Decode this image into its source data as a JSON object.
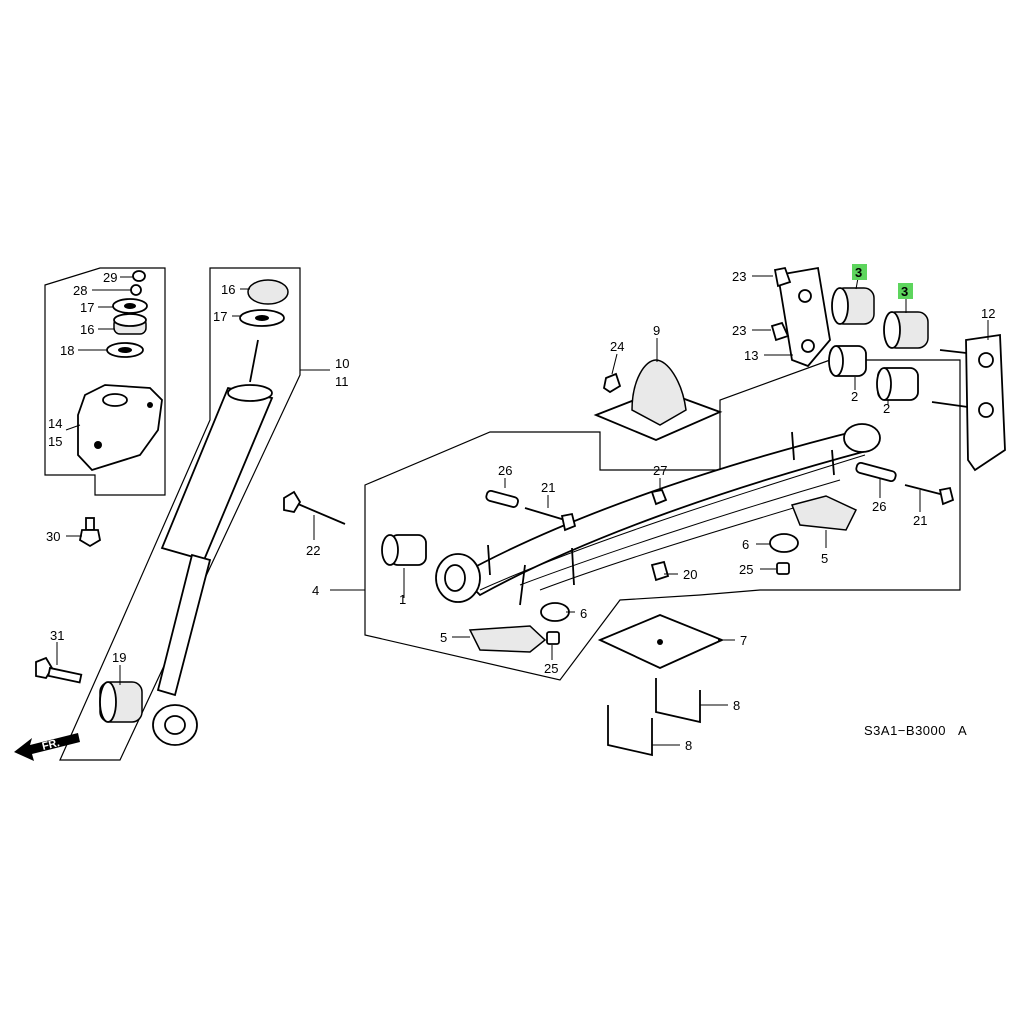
{
  "diagram": {
    "part_code": "S3A1−B3000",
    "part_code_suffix": "A",
    "front_arrow_label": "FR.",
    "highlight_color": "#5dd55d",
    "labels": {
      "p29": "29",
      "p28": "28",
      "p17a": "17",
      "p16a": "16",
      "p18": "18",
      "p14": "14",
      "p15": "15",
      "p30": "30",
      "p31": "31",
      "p19": "19",
      "p16b": "16",
      "p17b": "17",
      "p10": "10",
      "p11": "11",
      "p22": "22",
      "p4": "4",
      "p1": "1",
      "p24": "24",
      "p9": "9",
      "p26a": "26",
      "p21a": "21",
      "p27": "27",
      "p20": "20",
      "p6a": "6",
      "p5a": "5",
      "p25a": "25",
      "p7": "7",
      "p8a": "8",
      "p8b": "8",
      "p23a": "23",
      "p23b": "23",
      "p13": "13",
      "p3a": "3",
      "p3b": "3",
      "p2a": "2",
      "p2b": "2",
      "p12": "12",
      "p26b": "26",
      "p21b": "21",
      "p6b": "6",
      "p25b": "25",
      "p5b": "5"
    }
  }
}
